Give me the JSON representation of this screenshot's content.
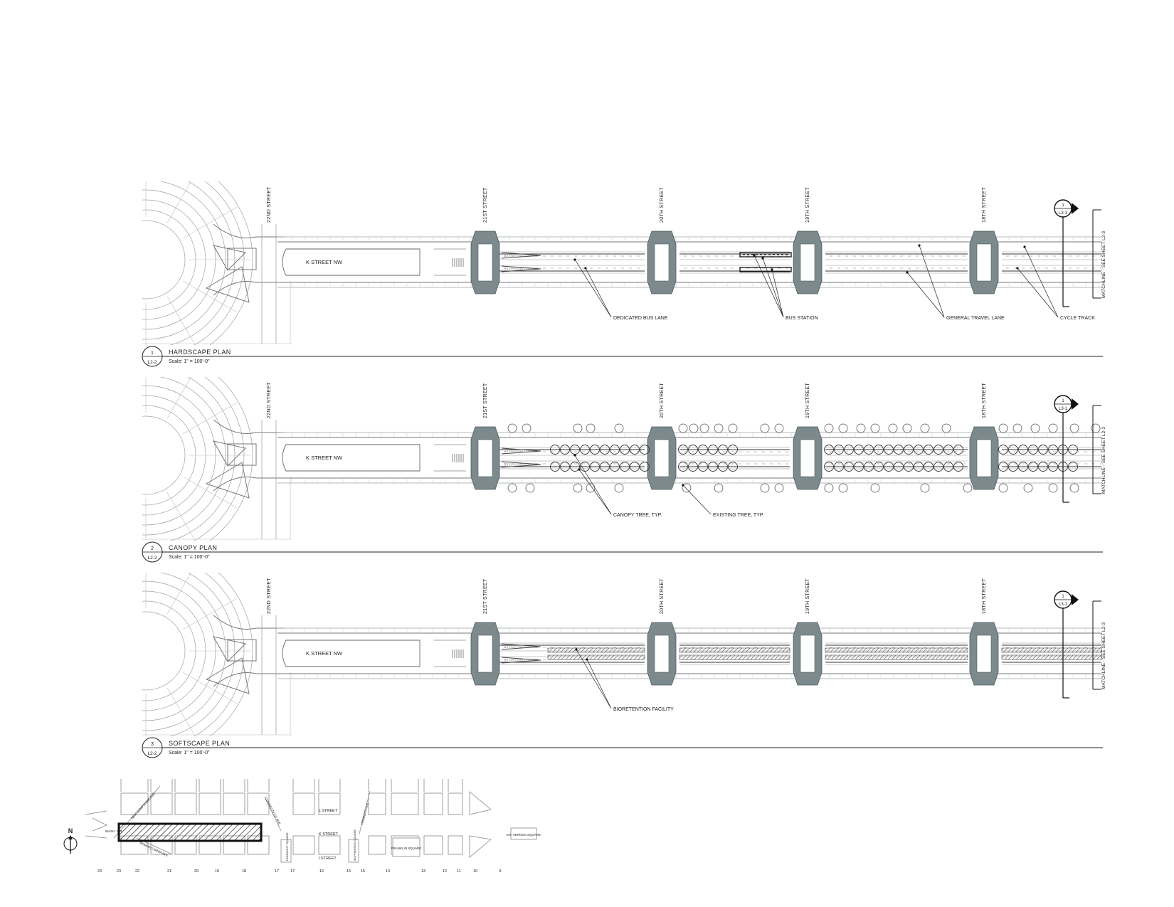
{
  "streets": [
    "22ND STREET",
    "21ST STREET",
    "20TH STREET",
    "19TH STREET",
    "18TH STREET"
  ],
  "road_label": "K STREET NW",
  "section_marker": {
    "num": "1",
    "sheet": "L3-1"
  },
  "matchline": "MATCHLINE - SEE SHEET L2-3",
  "panels": [
    {
      "num": "1",
      "sheet": "L2-2",
      "title": "HARDSCAPE PLAN",
      "scale": "Scale: 1\" =  100'-0\"",
      "callouts": [
        "DEDICATED BUS LANE",
        "BUS STATION",
        "GENERAL TRAVEL LANE",
        "CYCLE TRACK"
      ]
    },
    {
      "num": "2",
      "sheet": "L2-2",
      "title": "CANOPY PLAN",
      "scale": "Scale: 1\" =  100'-0\"",
      "callouts": [
        "CANOPY TREE, TYP.",
        "EXISTING TREE, TYP."
      ]
    },
    {
      "num": "3",
      "sheet": "L2-2",
      "title": "SOFTSCAPE PLAN",
      "scale": "Scale: 1\" =  100'-0\"",
      "callouts": [
        "BIORETENTION FACILITY"
      ]
    }
  ],
  "key_map": {
    "north": "N",
    "labels": {
      "new_hampshire": "NEW HAMPSHIRE AVE",
      "pennsylvania": "PENNSYLVANIA AVE",
      "washington_circle": "WASH. CIR.",
      "connecticut": "CONNECTICUT AVE",
      "vermont": "VERMONT AVE",
      "l_street": "L STREET",
      "k_street": "K STREET",
      "i_street": "I STREET",
      "farragut": "FARRAGUT SQUARE",
      "mcpherson": "MCPHERSON SQUARE",
      "franklin": "FRANKLIN SQUARE",
      "mt_vernon": "MT. VERNON SQUARE"
    },
    "street_numbers": [
      "24",
      "23",
      "22",
      "21",
      "20",
      "19",
      "18",
      "17",
      "17",
      "16",
      "15",
      "15",
      "14",
      "13",
      "12",
      "11",
      "10",
      "9"
    ]
  }
}
